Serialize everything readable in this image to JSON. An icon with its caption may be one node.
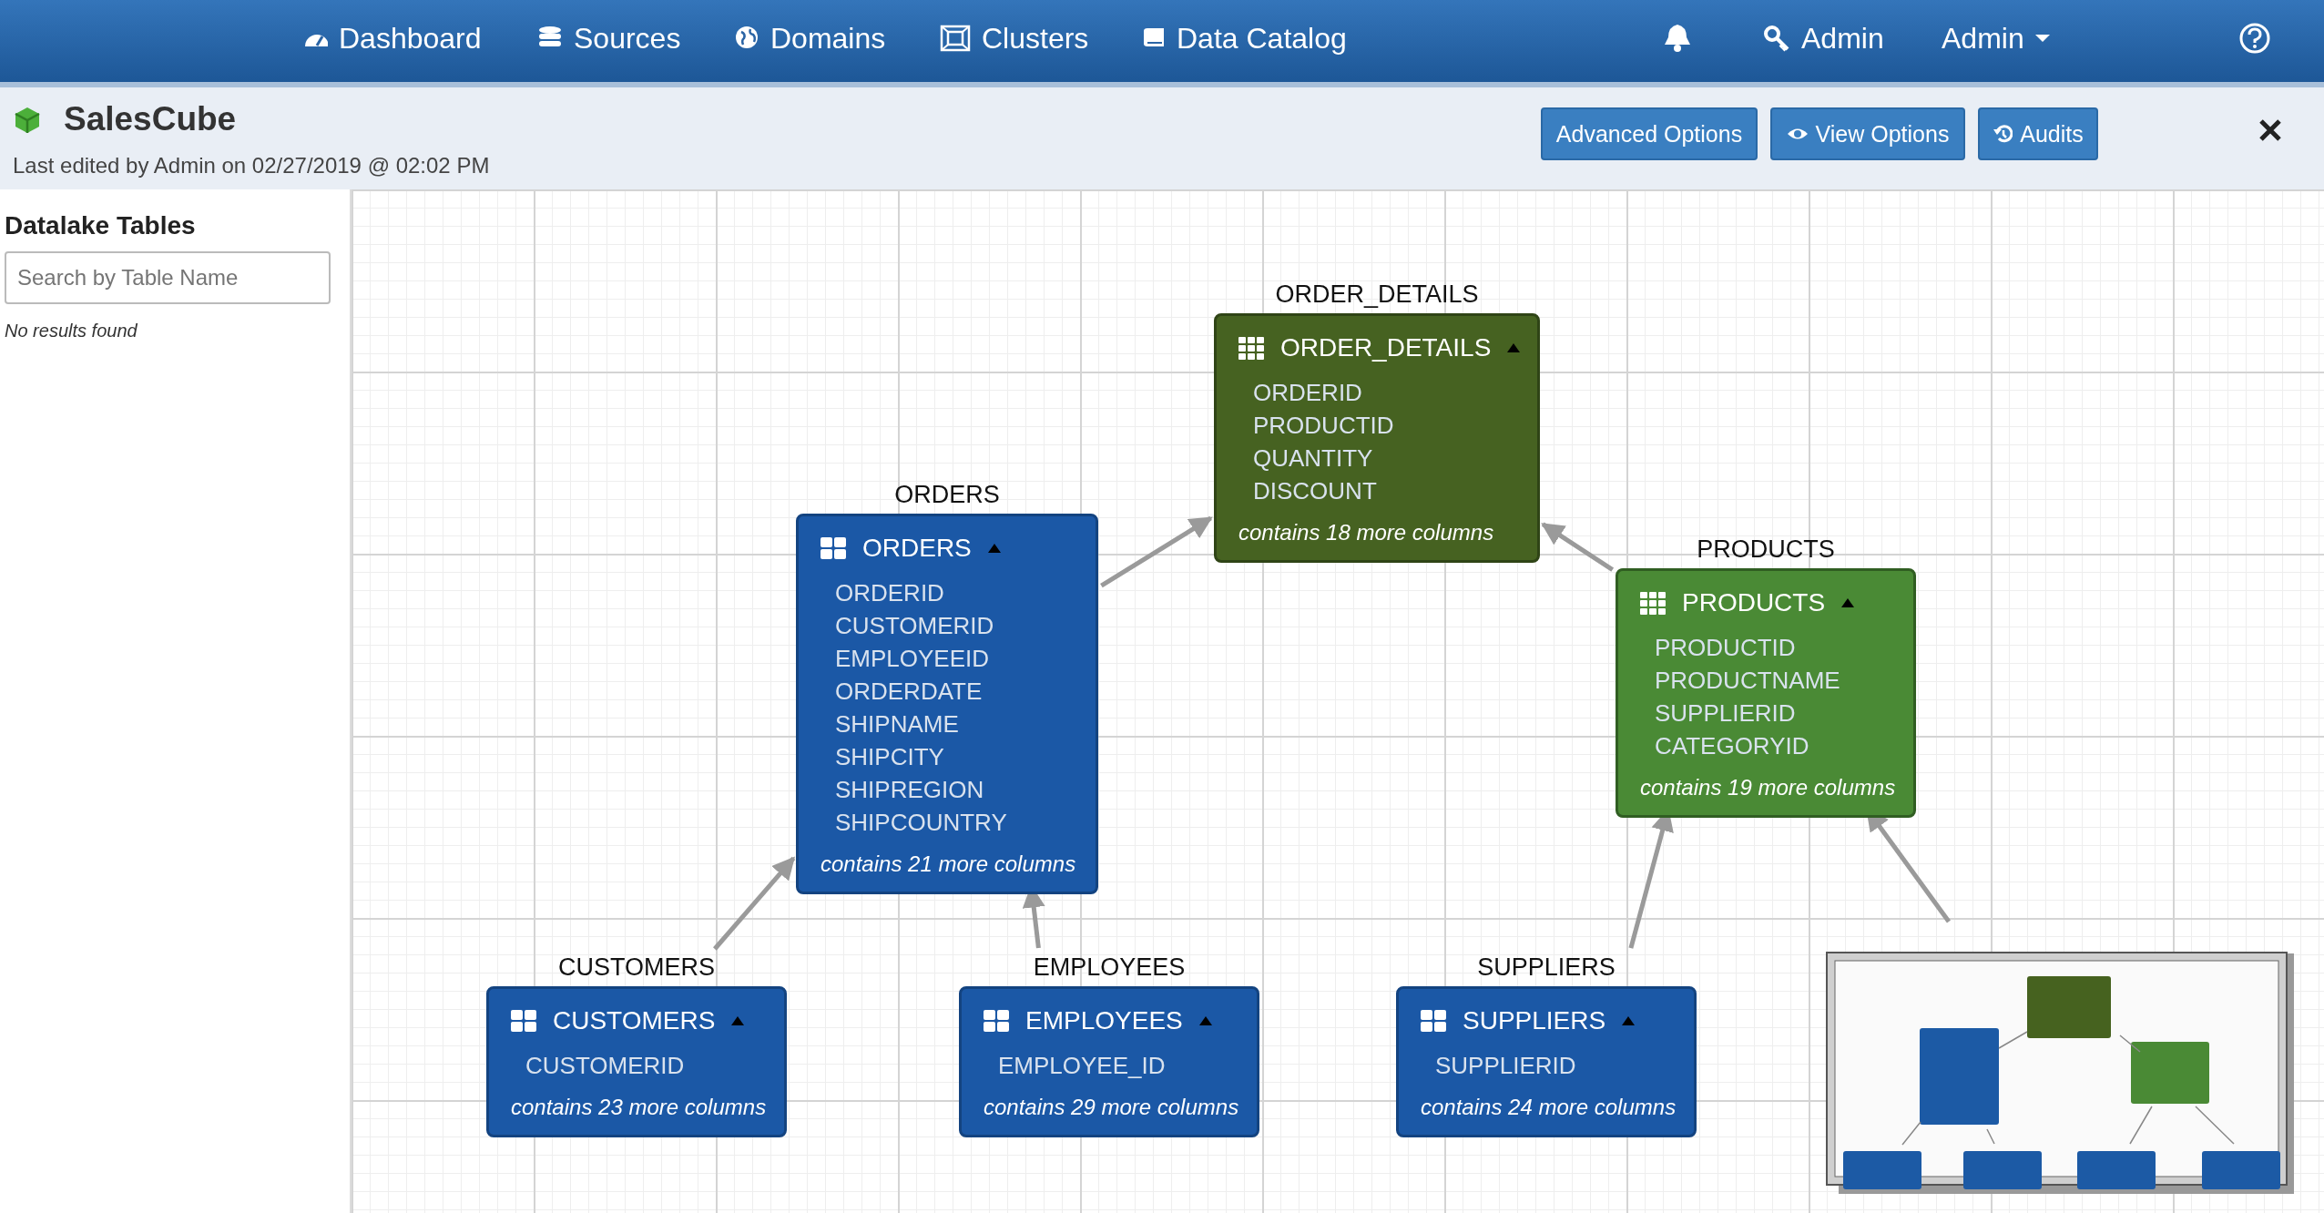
{
  "diagram": {
    "title": "SalesCube",
    "nodes": [
      {
        "text": [
          "ORDER_DETAILS",
          "ORDER_DETAILS",
          "ORDERID",
          "PRODUCTID",
          "QUANTITY",
          "DISCOUNT",
          "contains 18 more columns"
        ]
      },
      {
        "text": [
          "ORDERS",
          "ORDERS",
          "ORDERID",
          "CUSTOMERID",
          "EMPLOYEEID",
          "ORDERDATE",
          "SHIPNAME",
          "SHIPCITY",
          "SHIPREGION",
          "SHIPCOUNTRY",
          "contains 21 more columns"
        ]
      },
      {
        "text": [
          "PRODUCTS",
          "PRODUCTS",
          "PRODUCTID",
          "PRODUCTNAME",
          "SUPPLIERID",
          "CATEGORYID",
          "contains 19 more columns"
        ]
      },
      {
        "text": [
          "CUSTOMERS",
          "CUSTOMERS",
          "CUSTOMERID",
          "contains 23 more columns"
        ]
      },
      {
        "text": [
          "EMPLOYEES",
          "EMPLOYEES",
          "EMPLOYEE_ID",
          "contains 29 more columns"
        ]
      },
      {
        "text": [
          "SUPPLIERS",
          "SUPPLIERS",
          "SUPPLIERID",
          "contains 24 more columns"
        ]
      }
    ],
    "edges": [
      {
        "from": 1,
        "to": 0,
        "arrow": "to"
      },
      {
        "from": 2,
        "to": 0,
        "arrow": "to"
      },
      {
        "from": 3,
        "to": 1,
        "arrow": "to"
      },
      {
        "from": 4,
        "to": 1,
        "arrow": "to"
      },
      {
        "from": 5,
        "to": 2,
        "arrow": "to"
      },
      {
        "from": null,
        "to": 2,
        "arrow": "to"
      }
    ],
    "labels": [
      "Dashboard",
      "Sources",
      "Domains",
      "Clusters",
      "Data Catalog",
      "Admin",
      "Admin",
      "Last edited by Admin on 02/27/2019 @ 02:02 PM",
      "Advanced Options",
      "View Options",
      "Audits",
      "Datalake Tables",
      "Search by Table Name",
      "No results found"
    ]
  }
}
